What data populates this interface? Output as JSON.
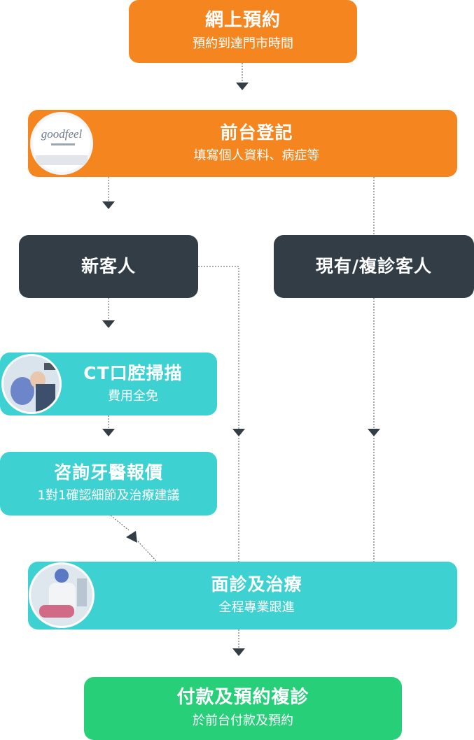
{
  "steps": {
    "booking": {
      "title": "網上預約",
      "subtitle": "預約到達門市時間"
    },
    "registration": {
      "title": "前台登記",
      "subtitle": "填寫個人資料、病症等",
      "logo_text": "goodfeel"
    },
    "new_customer": {
      "title": "新客人"
    },
    "existing_customer": {
      "title": "現有/複診客人"
    },
    "ct_scan": {
      "title": "CT口腔掃描",
      "subtitle": "費用全免"
    },
    "consultation": {
      "title": "咨詢牙醫報價",
      "subtitle": "1對1確認細節及治療建議"
    },
    "treatment": {
      "title": "面診及治療",
      "subtitle": "全程專業跟進"
    },
    "payment": {
      "title": "付款及預約複診",
      "subtitle": "於前台付款及預約"
    }
  },
  "colors": {
    "orange": "#f5861f",
    "dark": "#323d45",
    "teal": "#3dd1d1",
    "green": "#27cf79",
    "connector": "#333333"
  }
}
